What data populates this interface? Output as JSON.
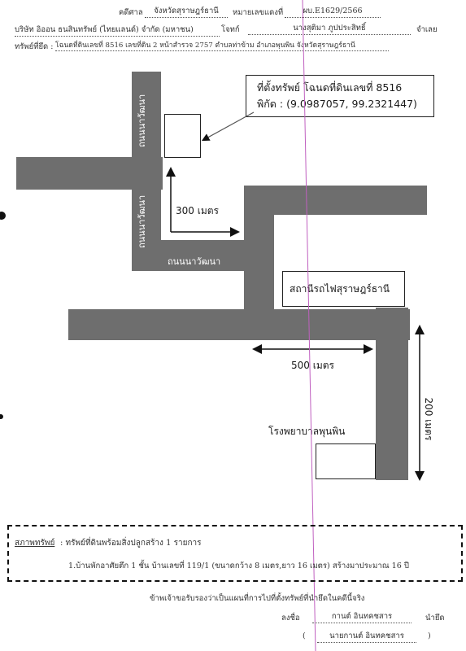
{
  "header": {
    "court_label": "คดีศาล",
    "court_value": "จังหวัดสุราษฎร์ธานี",
    "case_label": "หมายเลขแดงที่",
    "case_value": "ผบ.E1629/2566",
    "plaintiff": "บริษัท อิออน ธนสินทรัพย์ (ไทยแลนด์) จำกัด (มหาชน)",
    "plaintiff_label": "โจทก์",
    "defendant": "นางสุติมา ภูปประสิทธิ์",
    "defendant_label": "จำเลย",
    "property_label": "ทรัพย์ที่ยึด :",
    "property_value": "โฉนดที่ดินเลขที่ 8516 เลขที่ดิน 2 หน้าสำรวจ 2757 ตำบลท่าข้าม อำเภอพุนพิน จังหวัดสุราษฎร์ธานี"
  },
  "map": {
    "callout_line1": "ที่ตั้งทรัพย์ โฉนดที่ดินเลขที่ 8516",
    "callout_line2": "พิกัด : (9.0987057, 99.2321447)",
    "road_top": "ถนนนาวัฒนา",
    "road_mid": "ถนนนาวัฒนา",
    "road_horizontal": "ถนนนาวัฒนา",
    "dist_300": "300 เมตร",
    "dist_500": "500 เมตร",
    "dist_200": "200 เมตร",
    "station": "สถานีรถไฟสุราษฎร์ธานี",
    "hospital": "โรงพยาบาลพุนพิน"
  },
  "condition": {
    "label": "สภาพทรัพย์",
    "line1": ": ทรัพย์ที่ดินพร้อมสิ่งปลูกสร้าง 1 รายการ",
    "line2": "1.บ้านพักอาศัยตึก 1 ชั้น บ้านเลขที่ 119/1 (ขนาดกว้าง 8 เมตร,ยาว 16 เมตร) สร้างมาประมาณ 16 ปี"
  },
  "footer": {
    "certify": "ข้าพเจ้าขอรับรองว่าเป็นแผนที่การไปที่ตั้งทรัพย์ที่นำยึดในคดีนี้จริง",
    "sign_label": "ลงชื่อ",
    "signature": "กานต์ อินทคชสาร",
    "role": "นำยึด",
    "name_print": "นายกานต์ อินทคชสาร",
    "paren_open": "(",
    "paren_close": ")"
  },
  "colors": {
    "road": "#6e6e6e",
    "margin_line": "#c060c0"
  }
}
